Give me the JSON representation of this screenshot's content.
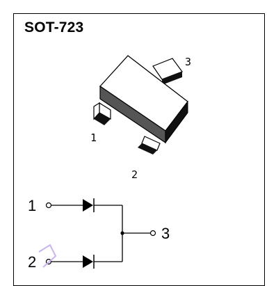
{
  "package": {
    "title": "SOT-723"
  },
  "package_drawing": {
    "pin_labels": [
      "1",
      "2",
      "3"
    ]
  },
  "schematic": {
    "terminal_labels": [
      "1",
      "2",
      "3"
    ],
    "watermark_color": "#c8b4f0"
  }
}
